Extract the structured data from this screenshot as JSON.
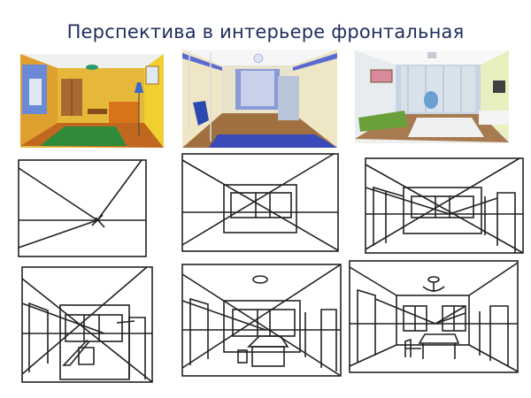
{
  "slide": {
    "title": "Перспектива в интерьере фронтальная",
    "title_color": "#1f2d5c",
    "illustrations": [
      {
        "id": "living-room-yellow",
        "description": "Watercolor room: yellow walls, wardrobe, orange sofa, green rug, blue floor lamp, window with blue curtains"
      },
      {
        "id": "bedroom-blue",
        "description": "Watercolor bedroom: blue and cream walls, loft bed with hanging chair, curtained window, desk, blue rug"
      },
      {
        "id": "living-room-green",
        "description": "Watercolor living room: green sofa, blue chair, white rug, TV on wall, curtained window"
      }
    ],
    "diagrams": [
      {
        "id": "step-1",
        "description": "Picture frame with horizon line and two diagonals through vanishing point"
      },
      {
        "id": "step-2",
        "description": "Back wall rectangle with window added"
      },
      {
        "id": "step-3",
        "description": "Side wall doors/cabinets added"
      },
      {
        "id": "step-4",
        "description": "Room with rug and table on floor"
      },
      {
        "id": "step-5",
        "description": "Room with ceiling lamp, desk and chair"
      },
      {
        "id": "step-6",
        "description": "Room with chandelier, two windows, table, chair and cabinet"
      }
    ]
  }
}
